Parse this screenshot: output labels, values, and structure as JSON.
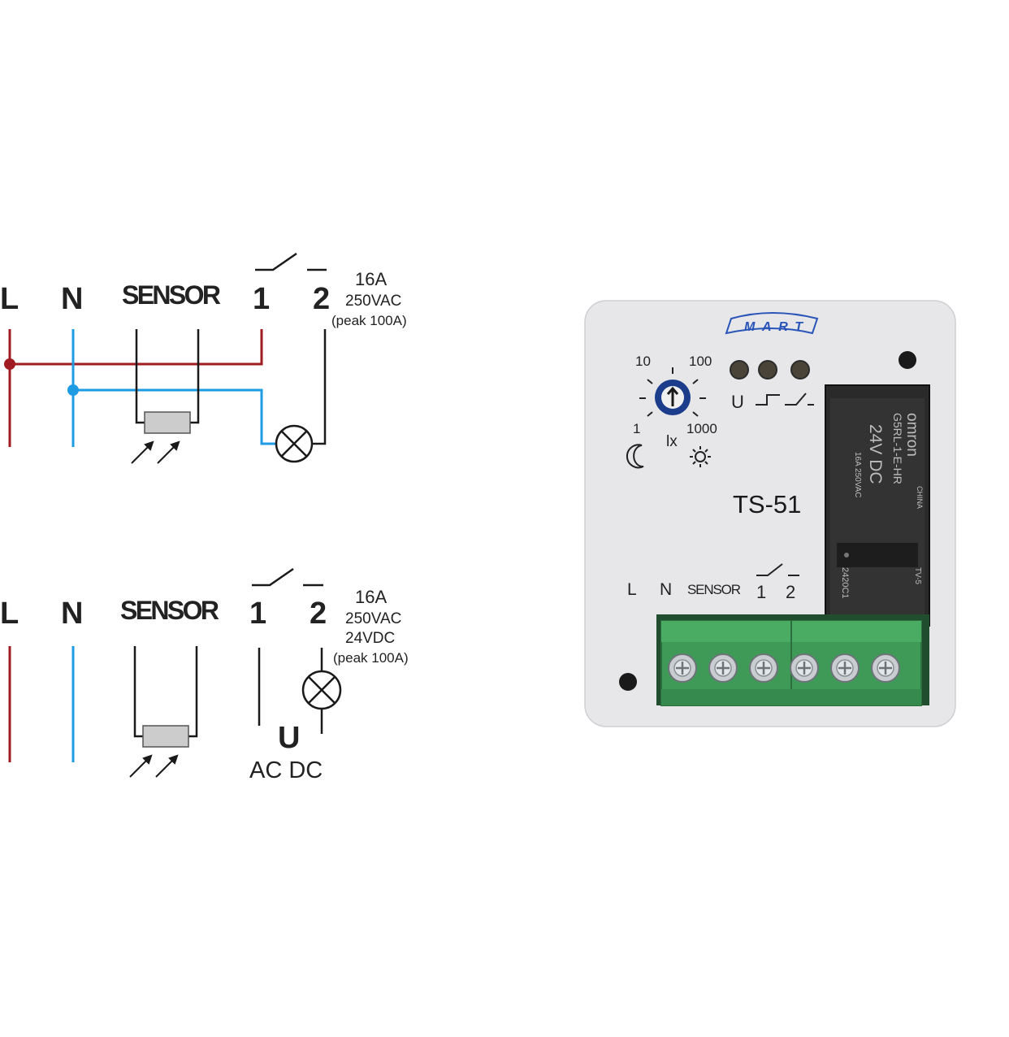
{
  "colors": {
    "live": "#a11b22",
    "neutral": "#1e9be3",
    "wire": "#1a1a1a",
    "device_body": "#e6e6e6",
    "relay": "#2a2a2a",
    "terminal_block": "#3f9a57",
    "logo": "#2a55b8"
  },
  "diagram1": {
    "label_L": "L",
    "label_N": "N",
    "label_sensor": "SENSOR",
    "label_1": "1",
    "label_2": "2",
    "rating_current": "16A",
    "rating_voltage": "250VAC",
    "rating_peak": "(peak 100A)"
  },
  "diagram2": {
    "label_L": "L",
    "label_N": "N",
    "label_sensor": "SENSOR",
    "label_1": "1",
    "label_2": "2",
    "rating_current": "16A",
    "rating_voltage_ac": "250VAC",
    "rating_voltage_dc": "24VDC",
    "rating_peak": "(peak 100A)",
    "supply_label": "U",
    "supply_type": "AC DC"
  },
  "device": {
    "brand": "MART",
    "model": "TS-51",
    "dial_labels": [
      "10",
      "100",
      "1",
      "1000"
    ],
    "dial_unit": "lx",
    "indicator_label": "U",
    "terminal_labels": [
      "L",
      "N",
      "SENSOR",
      "1",
      "2"
    ],
    "relay": {
      "brand": "omron",
      "model": "G5RL-1-E-HR",
      "coil": "24V DC",
      "contact_rating": "16A 250VAC",
      "origin": "CHINA",
      "cert_mark": "TV-5",
      "code": "2420C1"
    },
    "screw_count": 6
  }
}
